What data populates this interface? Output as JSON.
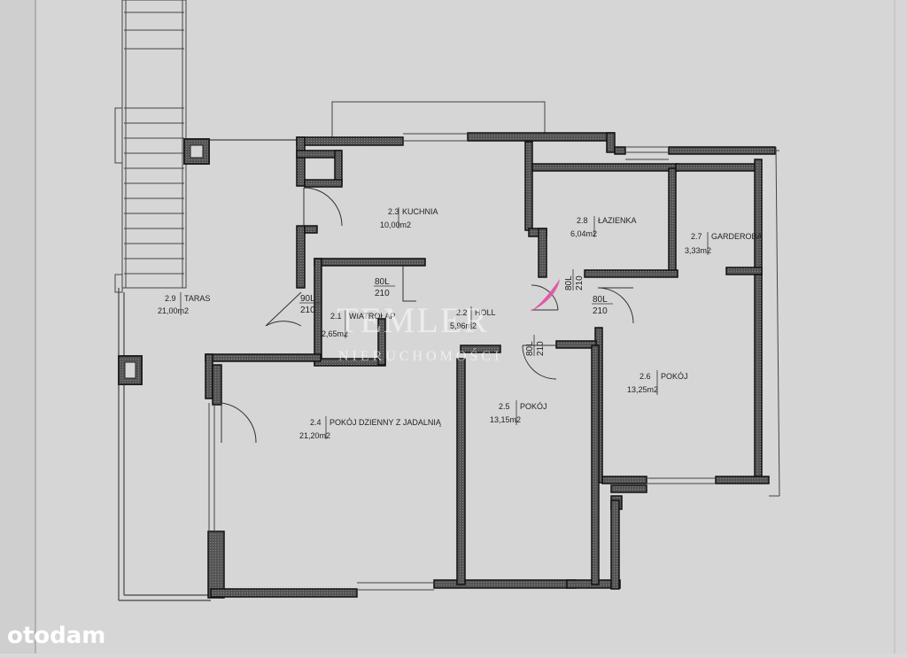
{
  "rooms": [
    {
      "id": "2.3",
      "name": "KUCHNIA",
      "area": "10,00m2"
    },
    {
      "id": "2.8",
      "name": "ŁAZIENKA",
      "area": "6,04m2"
    },
    {
      "id": "2.7",
      "name": "GARDEROBA",
      "area": "3,33m2"
    },
    {
      "id": "2.9",
      "name": "TARAS",
      "area": "21,00m2"
    },
    {
      "id": "2.1",
      "name": "WIATROŁAP",
      "area": "2,65m2"
    },
    {
      "id": "2.2",
      "name": "HOLL",
      "area": "5,96m2"
    },
    {
      "id": "2.6",
      "name": "POKÓJ",
      "area": "13,25m2"
    },
    {
      "id": "2.4",
      "name": "POKÓJ DZIENNY Z JADALNIĄ",
      "area": "21,20m2"
    },
    {
      "id": "2.5",
      "name": "POKÓJ",
      "area": "13,15m2"
    }
  ],
  "doors": [
    {
      "width": "90L",
      "height": "210"
    },
    {
      "width": "80L",
      "height": "210"
    },
    {
      "width": "80L",
      "height": "210"
    },
    {
      "width": "80L",
      "height": "210"
    },
    {
      "width": "80L",
      "height": "210"
    }
  ],
  "watermark": {
    "name": "TEMLER",
    "subtitle": "NIERUCHOMOŚCI"
  },
  "brand": "otodam",
  "colors": {
    "paper": "#d9d9d9",
    "wall": "#222222",
    "wall_fill": "#6b6b6b",
    "watermark_accent": "#e05aa8"
  }
}
